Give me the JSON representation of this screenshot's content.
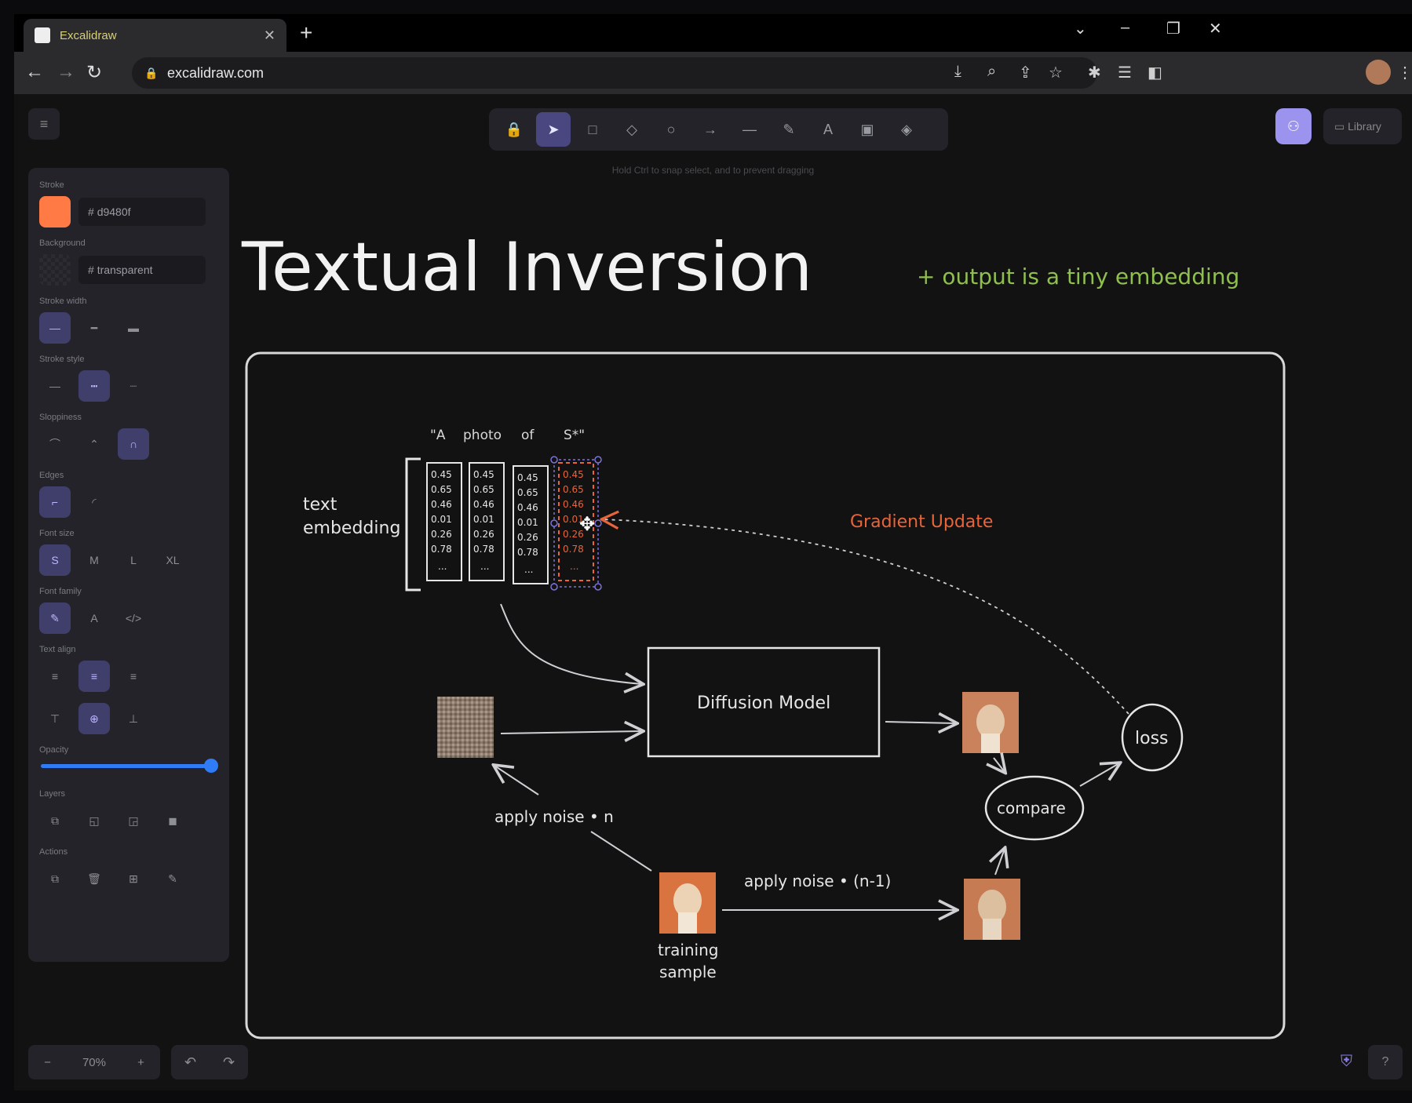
{
  "browser": {
    "tab_title": "Excalidraw",
    "tab_close": "✕",
    "new_tab": "+",
    "url": "excalidraw.com",
    "controls": [
      "⌄",
      "–",
      "❐",
      "✕"
    ]
  },
  "toolbar": {
    "tools": [
      {
        "name": "lock-tool",
        "glyph": "🔒"
      },
      {
        "name": "selection-tool",
        "glyph": "➤",
        "active": true
      },
      {
        "name": "rectangle-tool",
        "glyph": "□"
      },
      {
        "name": "diamond-tool",
        "glyph": "◇"
      },
      {
        "name": "ellipse-tool",
        "glyph": "○"
      },
      {
        "name": "arrow-tool",
        "glyph": "→"
      },
      {
        "name": "line-tool",
        "glyph": "—"
      },
      {
        "name": "draw-tool",
        "glyph": "✎"
      },
      {
        "name": "text-tool",
        "glyph": "A"
      },
      {
        "name": "image-tool",
        "glyph": "▣"
      },
      {
        "name": "eraser-tool",
        "glyph": "◈"
      }
    ],
    "hint": "Hold Ctrl to snap select, and to prevent dragging"
  },
  "top_right": {
    "library_label": "Library"
  },
  "panel": {
    "stroke_label": "Stroke",
    "stroke_color": "#ff7a45",
    "stroke_hex": "d9480f",
    "background_label": "Background",
    "background_hex": "transparent",
    "stroke_width_label": "Stroke width",
    "stroke_style_label": "Stroke style",
    "sloppiness_label": "Sloppiness",
    "edges_label": "Edges",
    "font_size_label": "Font size",
    "font_sizes": [
      "S",
      "M",
      "L",
      "XL"
    ],
    "font_family_label": "Font family",
    "text_align_label": "Text align",
    "opacity_label": "Opacity",
    "opacity": 100,
    "layers_label": "Layers",
    "actions_label": "Actions"
  },
  "bottom": {
    "zoom_out": "−",
    "zoom_level": "70%",
    "zoom_in": "+",
    "undo": "↶",
    "redo": "↷"
  },
  "canvas": {
    "title": "Textual Inversion",
    "note": "+ output is a tiny embedding",
    "tokens": [
      "\"A",
      "photo",
      "of",
      "S*\""
    ],
    "text_embedding_label_1": "text",
    "text_embedding_label_2": "embedding",
    "embedding_values": [
      "0.45",
      "0.65",
      "0.46",
      "0.01",
      "0.26",
      "0.78",
      "..."
    ],
    "gradient_label": "Gradient Update",
    "diffusion_label": "Diffusion Model",
    "loss_label": "loss",
    "compare_label": "compare",
    "noise_n_label": "apply noise • n",
    "noise_n1_label": "apply noise • (n-1)",
    "training_label_1": "training",
    "training_label_2": "sample",
    "colors": {
      "accent_orange": "#e8643a",
      "note_green": "#8fbf4f",
      "selection": "#7c73d8"
    }
  }
}
